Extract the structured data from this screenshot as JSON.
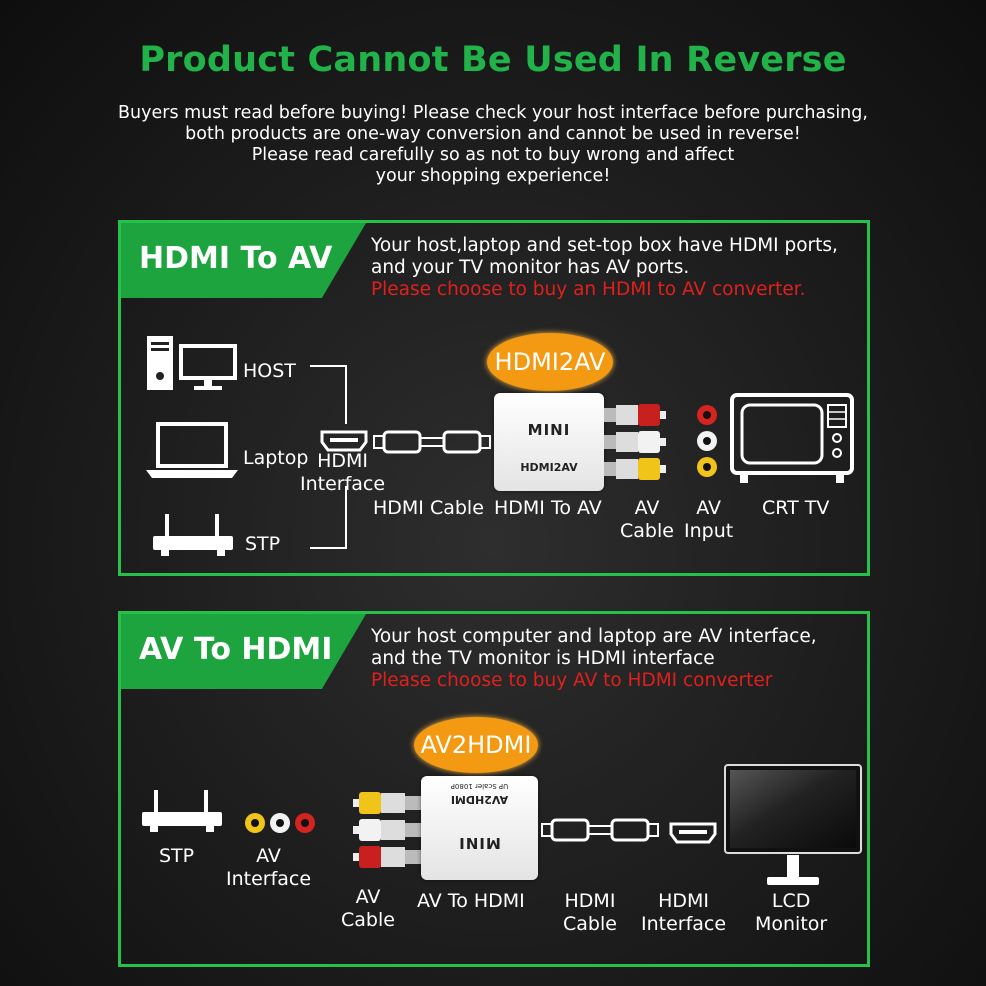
{
  "title": "Product Cannot Be Used In Reverse",
  "intro": [
    "Buyers must read before buying! Please check your host interface before purchasing,",
    "both products are one-way conversion and cannot be used in reverse!",
    "Please read carefully so as not to buy wrong and affect",
    "your shopping experience!"
  ],
  "colors": {
    "accent": "#21b24a",
    "warning": "#e0201c",
    "badge": "#f39a12"
  },
  "section1": {
    "banner": "HDMI To AV",
    "desc_line1": "Your host,laptop and set-top box have HDMI ports,",
    "desc_line2": "and your TV monitor has AV ports.",
    "desc_warning": "Please choose to buy an HDMI to AV converter.",
    "badge": "HDMI2AV",
    "device_top": "MINI",
    "device_bottom": "HDMI2AV",
    "labels": {
      "host": "HOST",
      "laptop": "Laptop",
      "stp": "STP",
      "hdmi_interface_1": "HDMI",
      "hdmi_interface_2": "Interface",
      "hdmi_cable": "HDMI Cable",
      "converter": "HDMI To AV",
      "av_cable_1": "AV",
      "av_cable_2": "Cable",
      "av_input_1": "AV",
      "av_input_2": "Input",
      "crt_tv": "CRT TV"
    }
  },
  "section2": {
    "banner": "AV To HDMI",
    "desc_line1": "Your host computer and laptop are AV interface,",
    "desc_line2": "and the TV monitor is HDMI interface",
    "desc_warning": "Please choose to buy AV to HDMI converter",
    "badge": "AV2HDMI",
    "device_top": "AV2HDMI",
    "device_sub": "UP Scaler 1080P",
    "device_bottom": "MINI",
    "labels": {
      "stp": "STP",
      "av_interface_1": "AV",
      "av_interface_2": "Interface",
      "av_cable_1": "AV",
      "av_cable_2": "Cable",
      "converter": "AV To HDMI",
      "hdmi_cable_1": "HDMI",
      "hdmi_cable_2": "Cable",
      "hdmi_interface_1": "HDMI",
      "hdmi_interface_2": "Interface",
      "lcd_1": "LCD",
      "lcd_2": "Monitor"
    }
  }
}
